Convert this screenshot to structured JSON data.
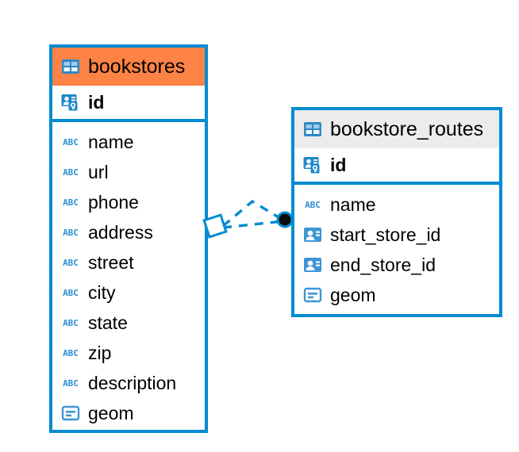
{
  "diagram": {
    "type": "entity-relationship-diagram",
    "accent_color": "#008BD2",
    "highlight_color": "#FC8345",
    "header_color": "#ECECEC",
    "entities": [
      {
        "name": "bookstores",
        "header_style": "orange",
        "header_icon": "table-icon",
        "primary_key": {
          "label": "id",
          "icon": "primary-key-icon"
        },
        "fields": [
          {
            "label": "name",
            "icon": "text-type-icon"
          },
          {
            "label": "url",
            "icon": "text-type-icon"
          },
          {
            "label": "phone",
            "icon": "text-type-icon"
          },
          {
            "label": "address",
            "icon": "text-type-icon"
          },
          {
            "label": "street",
            "icon": "text-type-icon"
          },
          {
            "label": "city",
            "icon": "text-type-icon"
          },
          {
            "label": "state",
            "icon": "text-type-icon"
          },
          {
            "label": "zip",
            "icon": "text-type-icon"
          },
          {
            "label": "description",
            "icon": "text-type-icon"
          },
          {
            "label": "geom",
            "icon": "geometry-type-icon"
          }
        ]
      },
      {
        "name": "bookstore_routes",
        "header_style": "grey",
        "header_icon": "table-icon",
        "primary_key": {
          "label": "id",
          "icon": "primary-key-icon"
        },
        "fields": [
          {
            "label": "name",
            "icon": "text-type-icon"
          },
          {
            "label": "start_store_id",
            "icon": "foreign-key-icon"
          },
          {
            "label": "end_store_id",
            "icon": "foreign-key-icon"
          },
          {
            "label": "geom",
            "icon": "geometry-type-icon"
          }
        ]
      }
    ],
    "relationship": {
      "style": "dashed",
      "color": "#008BD2",
      "source_marker": "diamond-open",
      "target_marker": "circle-filled"
    }
  }
}
